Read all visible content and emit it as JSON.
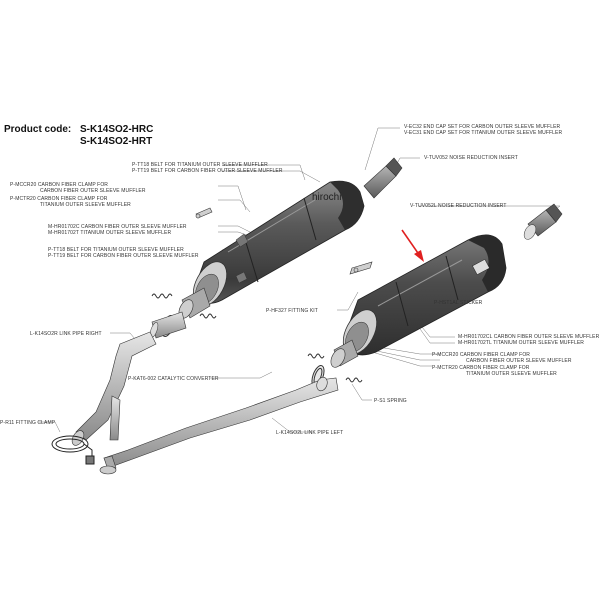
{
  "product": {
    "label": "Product code:",
    "code1": "S-K14SO2-HRC",
    "code2": "S-K14SO2-HRT"
  },
  "watermark": "hirochi",
  "arrow_color": "#e02020",
  "labels": {
    "vec32": "V-EC32  END CAP SET FOR CARBON OUTER SLEEVE MUFFLER",
    "vec31": "V-EC31  END CAP SET FOR TITANIUM OUTER SLEEVE MUFFLER",
    "tuv052": "V-TUV052  NOISE REDUCTION INSERT",
    "tuv052l": "V-TUV052L  NOISE REDUCTION INSERT",
    "ptt18_top": "P-TT18  BELT FOR TITANIUM OUTER SLEEVE MUFFLER",
    "ptt19_top": "P-TT19  BELT FOR CARBON FIBER OUTER SLEEVE MUFFLER",
    "pmccr20_l1": "P-MCCR20  CARBON FIBER CLAMP FOR",
    "pmccr20_l2": "CARBON FIBER OUTER SLEEVE MUFFLER",
    "pmctr20_l1": "P-MCTR20  CARBON FIBER CLAMP FOR",
    "pmctr20_l2": "TITANIUM OUTER SLEEVE MUFFLER",
    "mhr01702c": "M-HR01702C  CARBON FIBER OUTER SLEEVE MUFFLER",
    "mhr01702t": "M-HR01702T  TITANIUM OUTER SLEEVE MUFFLER",
    "ptt18_mid": "P-TT18  BELT FOR TITANIUM OUTER SLEEVE MUFFLER",
    "ptt19_mid": "P-TT19  BELT FOR CARBON FIBER OUTER SLEEVE MUFFLER",
    "phst1al": "P-HST1AL  STICKER",
    "phf327": "P-HF327  FITTING KIT",
    "mhr01702cl": "M-HR01702CL  CARBON FIBER OUTER SLEEVE MUFFLER",
    "mhr01702tl": "M-HR01702TL  TITANIUM OUTER SLEEVE MUFFLER",
    "pmccr20_r1": "P-MCCR20  CARBON FIBER CLAMP FOR",
    "pmccr20_r2": "CARBON FIBER OUTER SLEEVE MUFFLER",
    "pmctr20_r1": "P-MCTR20  CARBON FIBER CLAMP FOR",
    "pmctr20_r2": "TITANIUM OUTER SLEEVE MUFFLER",
    "lk14so2r": "L-K14SO2R  LINK PIPE RIGHT",
    "pkat6": "P-KAT6-002  CATALYTIC CONVERTER",
    "pr11": "P-R11  FITTING CLAMP",
    "ps1": "P-S1  SPRING",
    "lk14so2l": "L-K14SO2L  LINK PIPE LEFT"
  }
}
